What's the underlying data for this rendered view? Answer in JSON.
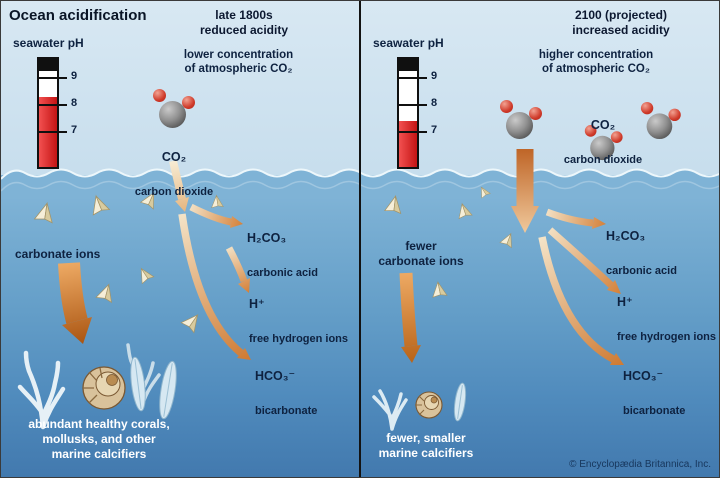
{
  "title": "Ocean acidification",
  "footer": {
    "copyright": "© Encyclopædia Britannica, Inc."
  },
  "colors": {
    "sky": "#d8e8f3",
    "water_surface": "#7fb3d6",
    "water_deep": "#4279ae",
    "arrow_orange": "#cf7a32",
    "arrow_cream": "#f4e4c8",
    "ph_red": "#d41818",
    "carbonate_ion_cream": "#f5eed8"
  },
  "panels": {
    "left": {
      "heading": "late 1800s\nreduced acidity",
      "ph_label": "seawater pH",
      "ph_ticks": [
        "9",
        "8",
        "7"
      ],
      "concentration": "lower concentration\nof atmospheric CO₂",
      "co2": {
        "formula": "CO₂",
        "name": "carbon dioxide"
      },
      "carbonate": "carbonate ions",
      "h2co3": {
        "formula": "H₂CO₃",
        "name": "carbonic acid"
      },
      "hplus": {
        "formula": "H⁺",
        "name": "free hydrogen ions"
      },
      "hco3": {
        "formula": "HCO₃⁻",
        "name": "bicarbonate"
      },
      "marine_caption": "abundant healthy corals,\nmollusks, and other\nmarine calcifiers"
    },
    "right": {
      "heading": "2100 (projected)\nincreased acidity",
      "ph_label": "seawater pH",
      "ph_ticks": [
        "9",
        "8",
        "7"
      ],
      "concentration": "higher concentration\nof atmospheric CO₂",
      "co2": {
        "formula": "CO₂",
        "name": "carbon dioxide"
      },
      "carbonate": "fewer\ncarbonate ions",
      "h2co3": {
        "formula": "H₂CO₃",
        "name": "carbonic acid"
      },
      "hplus": {
        "formula": "H⁺",
        "name": "free hydrogen ions"
      },
      "hco3": {
        "formula": "HCO₃⁻",
        "name": "bicarbonate"
      },
      "marine_caption": "fewer, smaller\nmarine calcifiers"
    }
  }
}
